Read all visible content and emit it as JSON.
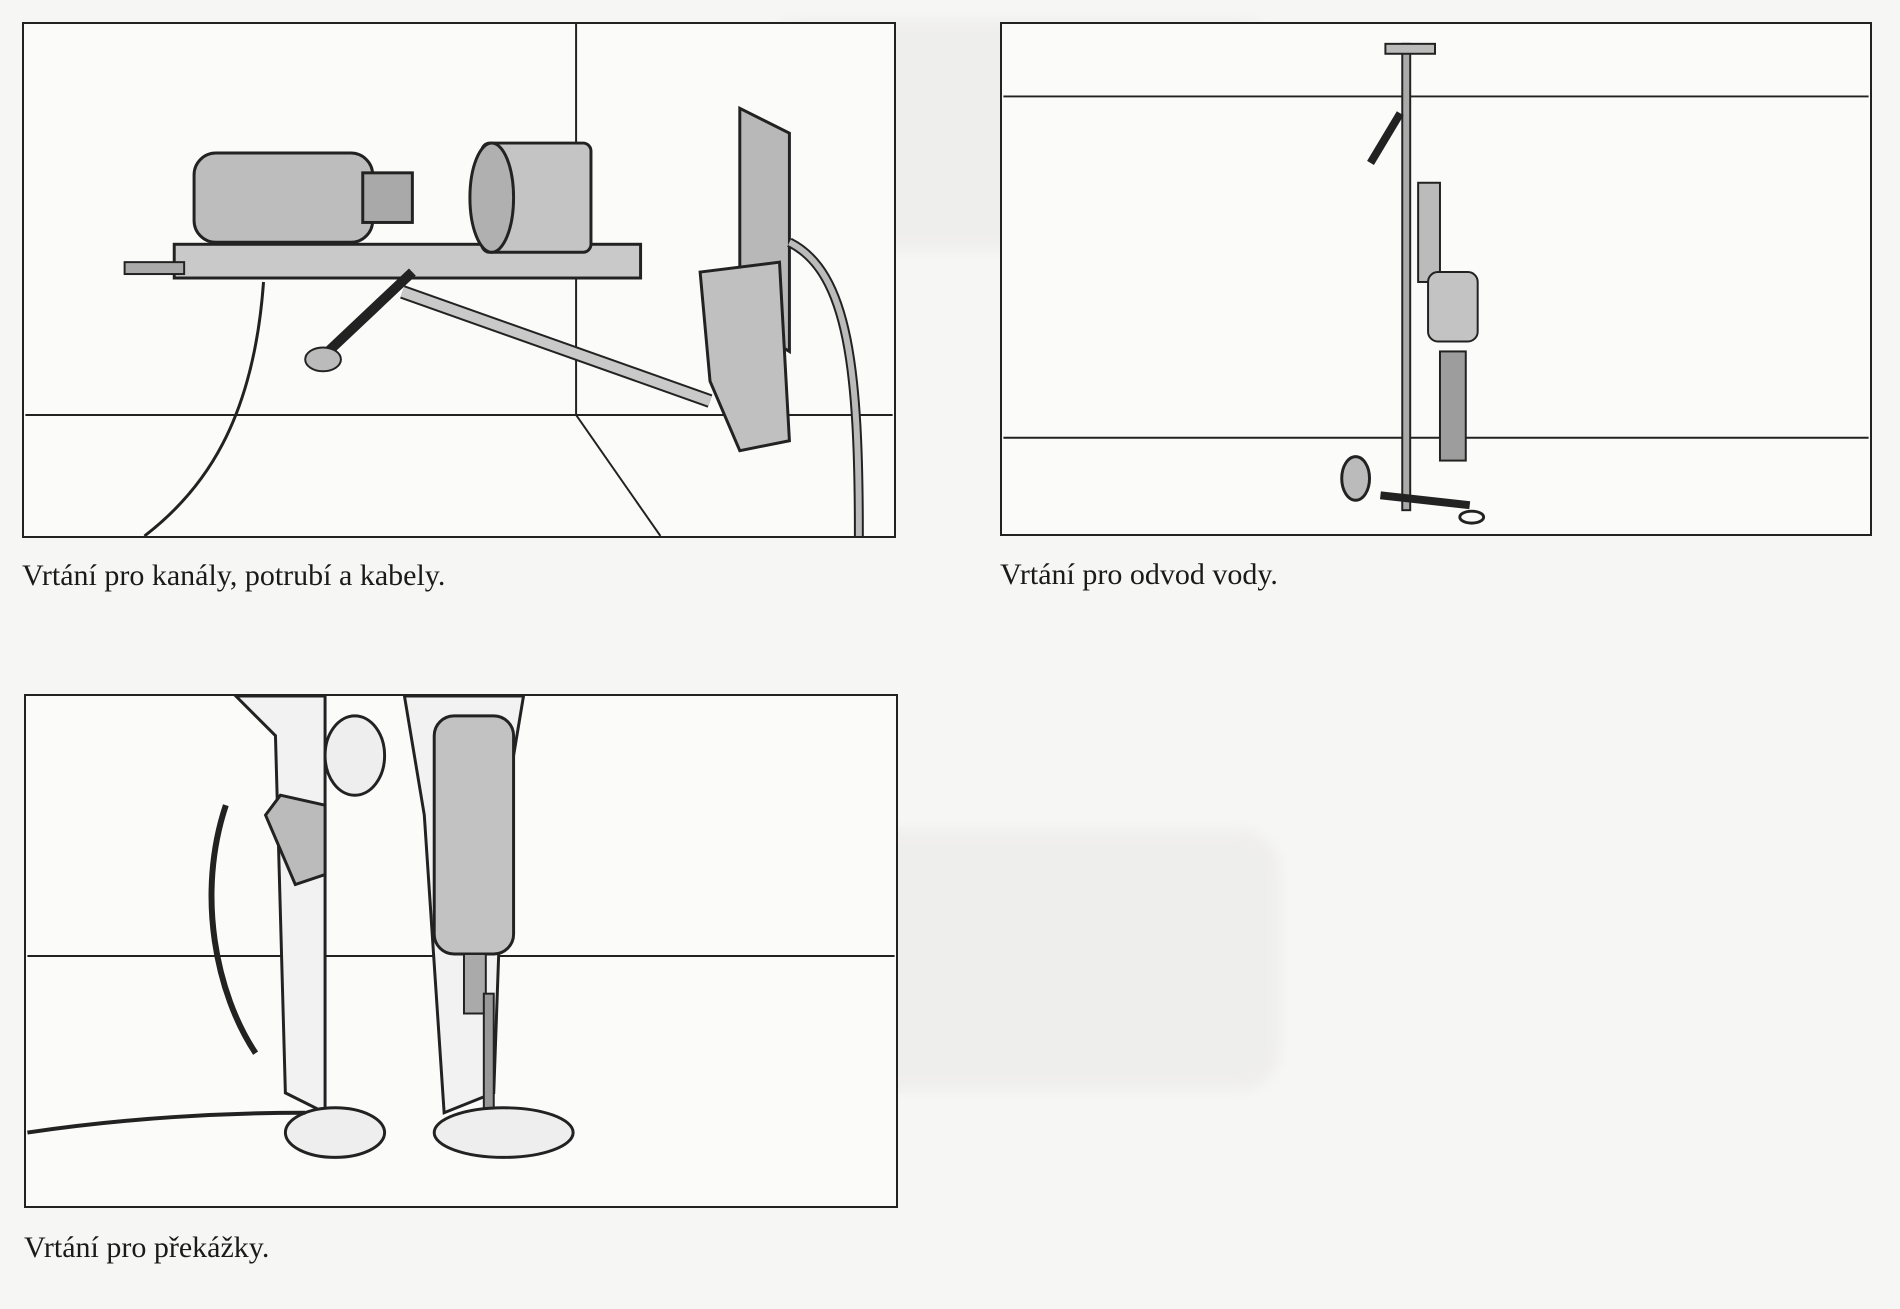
{
  "figures": [
    {
      "caption": "Vrtání pro kanály, potrubí a kabely.",
      "illustration": "wall-mounted-core-drill"
    },
    {
      "caption": "Vrtání pro odvod vody.",
      "illustration": "core-drill-on-stand"
    },
    {
      "caption": "Vrtání pro překážky.",
      "illustration": "handheld-core-drill"
    }
  ]
}
